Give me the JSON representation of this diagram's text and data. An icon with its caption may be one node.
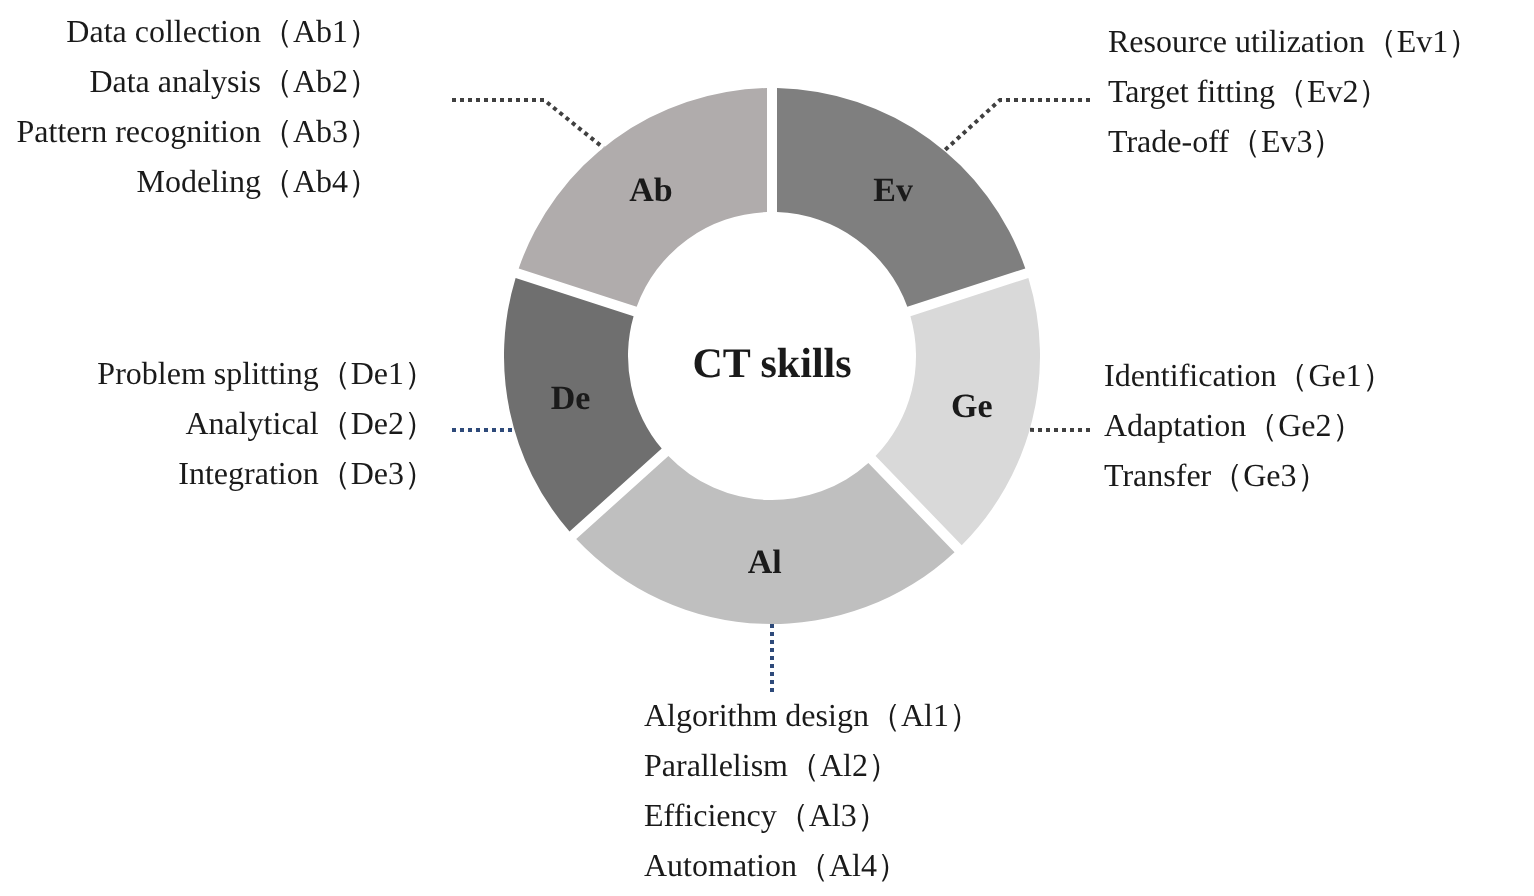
{
  "diagram": {
    "nodes": [
      {
        "text": [
          "Ab"
        ]
      },
      {
        "text": [
          "Ev"
        ]
      },
      {
        "text": [
          "Ge"
        ]
      },
      {
        "text": [
          "Al"
        ]
      },
      {
        "text": [
          "De"
        ]
      },
      {
        "text": [
          "Data collection（Ab1）",
          "Data analysis（Ab2）",
          "Pattern recognition（Ab3）",
          "Modeling（Ab4）"
        ]
      },
      {
        "text": [
          "Resource utilization（Ev1）",
          "Target fitting（Ev2）",
          "Trade-off（Ev3）"
        ]
      },
      {
        "text": [
          "Identification（Ge1）",
          "Adaptation（Ge2）",
          "Transfer（Ge3）"
        ]
      },
      {
        "text": [
          "Algorithm design（Al1）",
          "Parallelism（Al2）",
          "Efficiency（Al3）",
          "Automation（Al4）"
        ]
      },
      {
        "text": [
          "Problem splitting（De1）",
          "Analytical（De2）",
          "Integration（De3）"
        ]
      }
    ],
    "edges": [
      {
        "from": 5,
        "to": 0,
        "arrow": "none",
        "style": "dashed"
      },
      {
        "from": 6,
        "to": 1,
        "arrow": "none",
        "style": "dashed"
      },
      {
        "from": 7,
        "to": 2,
        "arrow": "none",
        "style": "dashed"
      },
      {
        "from": 8,
        "to": 3,
        "arrow": "none",
        "style": "dashed",
        "color": "#2e4a7a"
      },
      {
        "from": 9,
        "to": 4,
        "arrow": "none",
        "style": "dashed",
        "color": "#2e4a7a"
      }
    ],
    "labels": [
      "CT skills"
    ]
  }
}
